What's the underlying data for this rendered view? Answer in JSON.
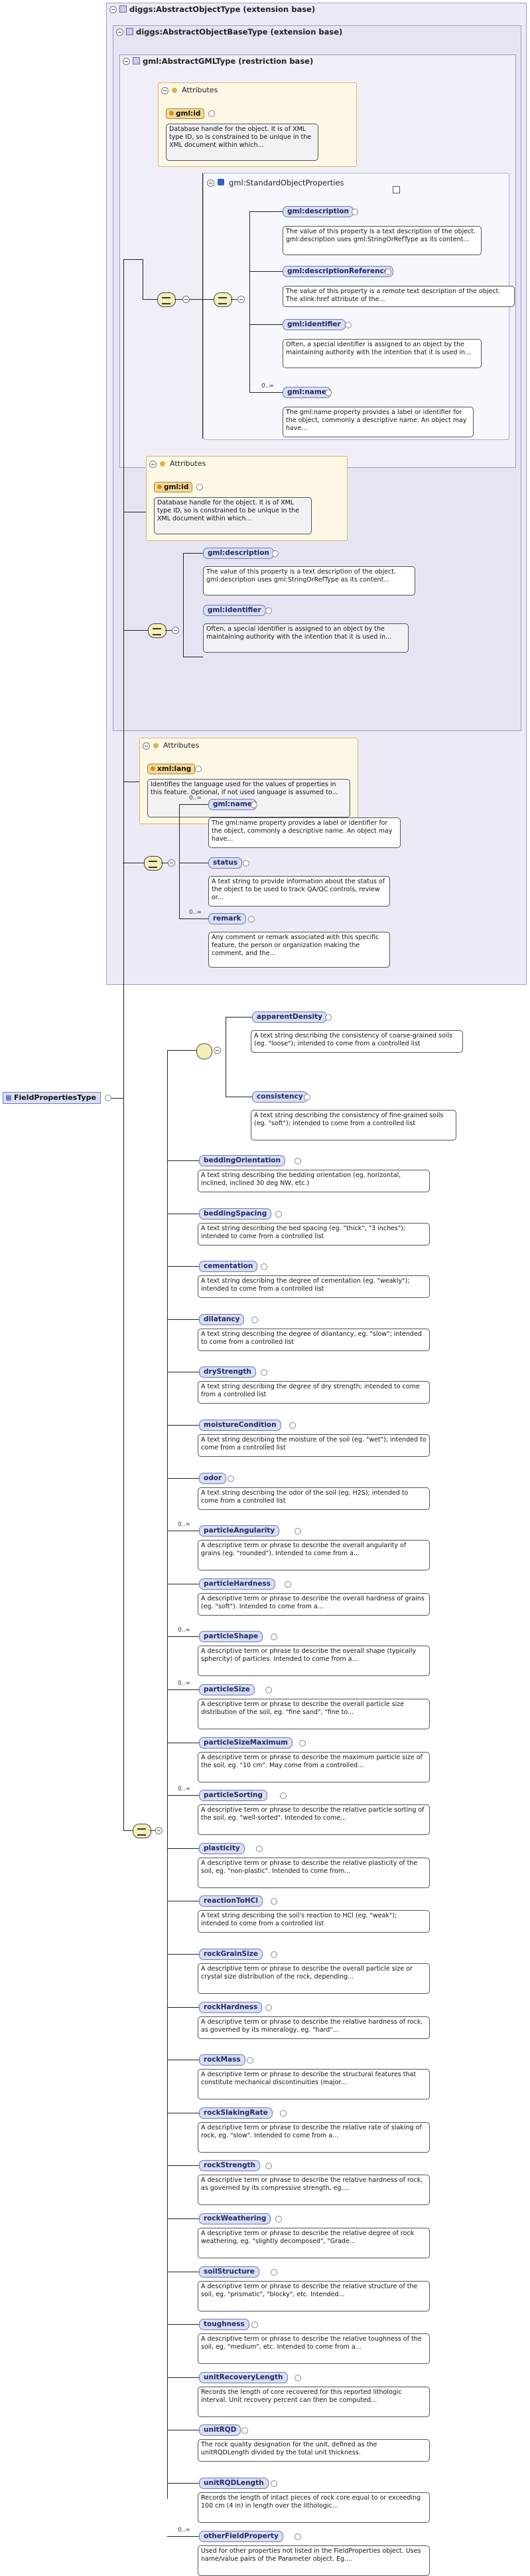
{
  "root": {
    "label": "FieldPropertiesType"
  },
  "ext1": {
    "title": "diggs:AbstractObjectType (extension base)"
  },
  "ext2": {
    "title": "diggs:AbstractObjectBaseType (extension base)"
  },
  "ext3": {
    "title": "gml:AbstractGMLType (restriction base)"
  },
  "attrs_gml": {
    "title": "Attributes",
    "node": "gml:id",
    "doc": "Database handle for the object. It is of XML type ID, so is constrained to be unique in the XML document within which..."
  },
  "std_group": {
    "title": "gml:StandardObjectProperties",
    "items": [
      {
        "name": "gml:description",
        "doc": "The value of this property is a text description of the object. gml:description uses gml:StringOrRefType as its content..."
      },
      {
        "name": "gml:descriptionReference",
        "doc": "The value of this property is a remote text description of the object. The xlink:href attribute of the..."
      },
      {
        "name": "gml:identifier",
        "doc": "Often, a special identifier is assigned to an object by the maintaining authority with the intention that it is used in..."
      },
      {
        "name": "gml:name",
        "card": "0..∞",
        "doc": "The gml:name property provides a label or identifier for the object, commonly a descriptive name. An object may have..."
      }
    ]
  },
  "attrs_base": {
    "title": "Attributes",
    "node": "gml:id",
    "doc": "Database handle for the object. It is of XML type ID, so is constrained to be unique in the XML document within which..."
  },
  "base_items": [
    {
      "name": "gml:description",
      "doc": "The value of this property is a text description of the object. gml:description uses gml:StringOrRefType as its content..."
    },
    {
      "name": "gml:identifier",
      "doc": "Often, a special identifier is assigned to an object by the maintaining authority with the intention that it is used in..."
    }
  ],
  "attrs_obj": {
    "title": "Attributes",
    "node": "xml:lang",
    "doc": "Identifies the language used for the values of properties in this feature. Optional, if not used language is assumed to..."
  },
  "obj_items": [
    {
      "name": "gml:name",
      "card": "0..∞",
      "doc": "The gml:name property provides a label or identifier for the object, commonly a descriptive name. An object may have..."
    },
    {
      "name": "status",
      "card": "",
      "doc": "A text string to provide information about the status of the object to be used to track QA/QC controls, review or..."
    },
    {
      "name": "remark",
      "card": "0..∞",
      "doc": "Any comment or remark associated with this specific feature, the person or organization making the comment, and the..."
    }
  ],
  "choice_items": [
    {
      "name": "apparentDensity",
      "doc": "A text string describing the consistency of coarse-grained soils (eg. \"loose\"); intended to come from a controlled list"
    },
    {
      "name": "consistency",
      "doc": "A text string describing the consistency of fine-grained soils (eg. \"soft\"); intended to come from a controlled list"
    }
  ],
  "props": [
    {
      "name": "beddingOrientation",
      "card": "",
      "doc": "A text string describing the bedding orientation (eg. horizontal, inclined, inclined 30 deg NW, etc.)"
    },
    {
      "name": "beddingSpacing",
      "card": "",
      "doc": "A text string describing the bed spacing (eg. \"thick\", \"3 inches\"); intended to come from a controlled list"
    },
    {
      "name": "cementation",
      "card": "",
      "doc": "A text string describing the degree of cementation (eg. \"weakly\"); intended to come from a controlled list"
    },
    {
      "name": "dilatancy",
      "card": "",
      "doc": "A text string describing the degree of dilantancy, eg. \"slow\"; intended to come from a controlled list"
    },
    {
      "name": "dryStrength",
      "card": "",
      "doc": "A text string describing the degree of dry strength; intended to come from a controlled list"
    },
    {
      "name": "moistureCondition",
      "card": "",
      "doc": "A text string describing the moisture of the soil (eg. \"wet\"); intended to come from a controlled list"
    },
    {
      "name": "odor",
      "card": "",
      "doc": "A text string describing the odor of the soil (eg. H2S); intended to come from a controlled list"
    },
    {
      "name": "particleAngularity",
      "card": "0..∞",
      "doc": "A descriptive term or phrase to describe the overall angularity of grains (eg. \"rounded\"). Intended to come from a..."
    },
    {
      "name": "particleHardness",
      "card": "",
      "doc": "A descriptive term or phrase to describe the overall hardness of grains (eg. \"soft\"). Intended to come from a..."
    },
    {
      "name": "particleShape",
      "card": "0..∞",
      "doc": "A descriptive term or phrase to describe the overall shape (typically sphercity) of particles. Intended to come from a..."
    },
    {
      "name": "particleSize",
      "card": "0..∞",
      "doc": "A descriptive term or phrase to describe the overall particle size distribution of the soil, eg. \"fine sand\", \"fine to..."
    },
    {
      "name": "particleSizeMaximum",
      "card": "",
      "doc": "A descriptive term or phrase to describe the maximum particle size of the soil, eg. \"10 cm\". May come from a controlled..."
    },
    {
      "name": "particleSorting",
      "card": "0..∞",
      "doc": "A descriptive term or phrase to describe the relative particle sorting of the soil, eg. \"well-sorted\". Intended to come..."
    },
    {
      "name": "plasticity",
      "card": "",
      "doc": "A descriptive term or phrase to describe the relative plasticity of the soil, eg. \"non-plastic\". Intended to come from..."
    },
    {
      "name": "reactionToHCl",
      "card": "",
      "doc": "A text string describing the soil's reaction to HCl (eg. \"weak\"); intended to come from a controlled list"
    },
    {
      "name": "rockGrainSize",
      "card": "",
      "doc": "A descriptive term or phrase to describe the overall particle size or crystal size distribution of the rock, depending..."
    },
    {
      "name": "rockHardness",
      "card": "",
      "doc": "A descriptive term or phrase to describe the relative hardness of rock, as governed by its mineralogy, eg. \"hard\"..."
    },
    {
      "name": "rockMass",
      "card": "",
      "doc": "A descriptive term or phrase to describe the structural features that constitute mechanical discontinuities (major..."
    },
    {
      "name": "rockSlakingRate",
      "card": "",
      "doc": "A descriptive term or phrase to describe the relative rate of slaking of rock, eg. \"slow\". Intended to come from a..."
    },
    {
      "name": "rockStrength",
      "card": "",
      "doc": "A descriptive term or phrase to describe the relative hardness of rock, as governed by its compressive strength, eg...."
    },
    {
      "name": "rockWeathering",
      "card": "",
      "doc": "A descriptive term or phrase to describe the relative degree of rock weathering, eg. \"slightly decomposed\", \"Grade..."
    },
    {
      "name": "soilStructure",
      "card": "",
      "doc": "A descriptive term or phrase to describe the relative structure of the soil, eg. \"prismatic\", \"blocky\", etc. Intended..."
    },
    {
      "name": "toughness",
      "card": "",
      "doc": "A descriptive term or phrase to describe the relative toughness of the soil, eg. \"medium\", etc. Intended to come from a..."
    },
    {
      "name": "unitRecoveryLength",
      "card": "",
      "doc": "Records the length of core recovered for this reported lithologic interval. Unit recovery percent can then be computed..."
    },
    {
      "name": "unitRQD",
      "card": "",
      "doc": "The rock quality designation for the unit, defined as the unitRQDLength divided by the total unit thickness."
    },
    {
      "name": "unitRQDLength",
      "card": "",
      "doc": "Records the length of intact pieces of rock core equal to or exceeding 100 cm (4 in) in length over the lithologic..."
    },
    {
      "name": "otherFieldProperty",
      "card": "0..∞",
      "doc": "Used for other properties not listed in the FieldProperties object. Uses name/value pairs of the Parameter object. Eg...."
    }
  ]
}
